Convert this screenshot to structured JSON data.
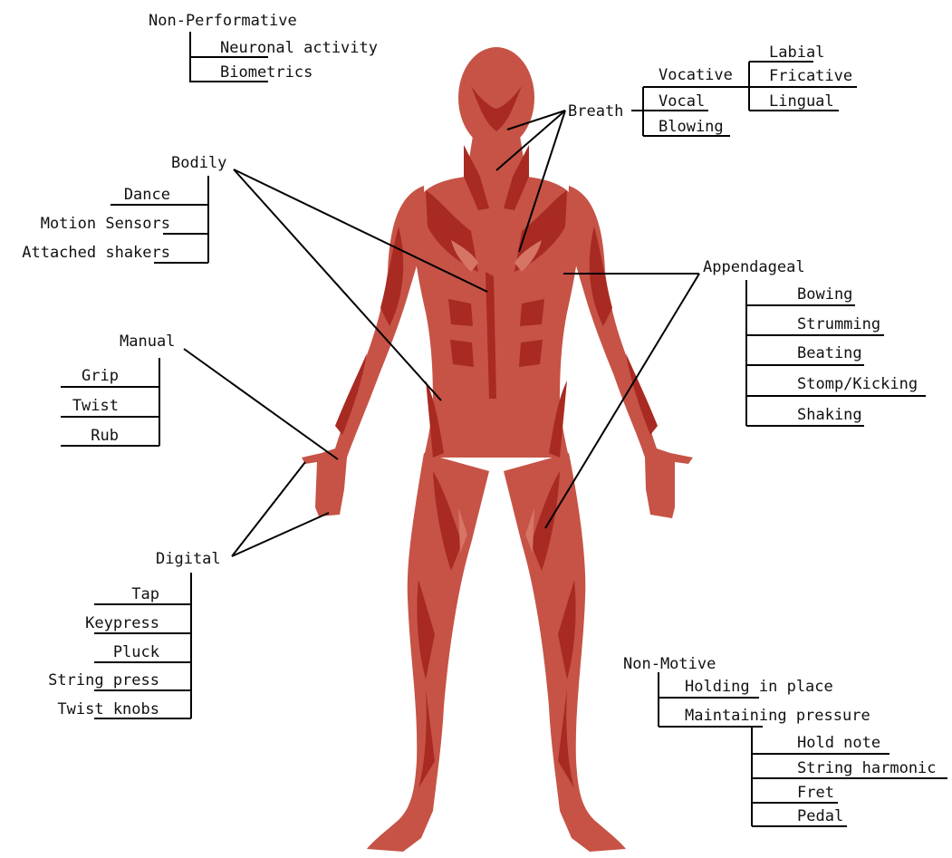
{
  "colors": {
    "body_base": "#c65346",
    "muscle_dark": "#a82a22",
    "muscle_mid": "#b63a30",
    "highlight": "#d67466",
    "line": "#000000",
    "text": "#111111"
  },
  "categories": {
    "non_performative": {
      "title": "Non-Performative",
      "items": [
        "Neuronal activity",
        "Biometrics"
      ]
    },
    "breath": {
      "title": "Breath",
      "items": [
        "Vocative",
        "Vocal",
        "Blowing"
      ],
      "vocative_items": [
        "Labial",
        "Fricative",
        "Lingual"
      ]
    },
    "bodily": {
      "title": "Bodily",
      "items": [
        "Dance",
        "Motion Sensors",
        "Attached shakers"
      ]
    },
    "appendageal": {
      "title": "Appendageal",
      "items": [
        "Bowing",
        "Strumming",
        "Beating",
        "Stomp/Kicking",
        "Shaking"
      ]
    },
    "manual": {
      "title": "Manual",
      "items": [
        "Grip",
        "Twist",
        "Rub"
      ]
    },
    "digital": {
      "title": "Digital",
      "items": [
        "Tap",
        "Keypress",
        "Pluck",
        "String press",
        "Twist knobs"
      ]
    },
    "non_motive": {
      "title": "Non-Motive",
      "items": [
        "Holding in place",
        "Maintaining pressure"
      ],
      "pressure_items": [
        "Hold note",
        "String harmonic",
        "Fret",
        "Pedal"
      ]
    }
  }
}
